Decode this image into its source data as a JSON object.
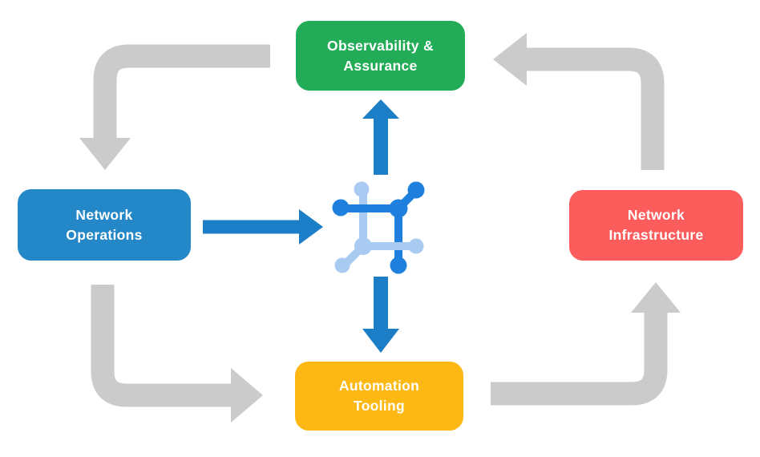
{
  "diagram": {
    "nodes": {
      "observability": {
        "label": "Observability &\nAssurance",
        "color": "#22AC58"
      },
      "network_operations": {
        "label": "Network\nOperations",
        "color": "#2487C7"
      },
      "network_infrastructure": {
        "label": "Network\nInfrastructure",
        "color": "#FD5C5C"
      },
      "automation_tooling": {
        "label": "Automation\nTooling",
        "color": "#FDB813"
      }
    },
    "center_icon": {
      "name": "network-platform-icon",
      "dark_blue": "#1E7FDC",
      "light_blue": "#A9CBF2"
    },
    "arrows": {
      "gray_color": "#CBCBCB",
      "blue_color": "#1C7EC6",
      "cycle_flow": [
        {
          "from": "Observability & Assurance",
          "to": "Network Operations"
        },
        {
          "from": "Network Operations",
          "to": "Automation Tooling"
        },
        {
          "from": "Automation Tooling",
          "to": "Network Infrastructure"
        },
        {
          "from": "Network Infrastructure",
          "to": "Observability & Assurance"
        }
      ],
      "platform_flow": [
        {
          "from": "Network Operations",
          "to": "center icon"
        },
        {
          "from": "center icon",
          "to": "Observability & Assurance"
        },
        {
          "from": "center icon",
          "to": "Automation Tooling"
        }
      ]
    }
  }
}
